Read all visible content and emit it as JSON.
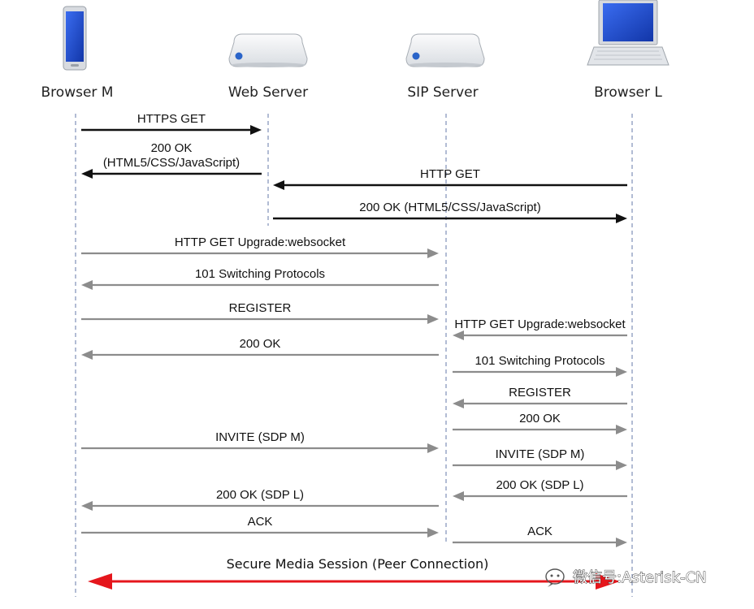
{
  "colors": {
    "black_arrow": "#111111",
    "gray_arrow": "#8c8c8c",
    "session_arrow": "#e5161c",
    "screen_blue": "#1f4fd8",
    "server_body": "#eef0f2",
    "server_led": "#2a64c9"
  },
  "participants": [
    {
      "id": "M",
      "name": "Browser M",
      "icon": "phone-icon"
    },
    {
      "id": "W",
      "name": "Web Server",
      "icon": "server-icon"
    },
    {
      "id": "S",
      "name": "SIP Server",
      "icon": "server-icon"
    },
    {
      "id": "L",
      "name": "Browser L",
      "icon": "laptop-icon"
    }
  ],
  "messages": [
    {
      "from": "M",
      "to": "W",
      "lines": [
        "HTTPS GET"
      ],
      "style": "black"
    },
    {
      "from": "W",
      "to": "M",
      "lines": [
        "200 OK",
        "(HTML5/CSS/JavaScript)"
      ],
      "style": "black"
    },
    {
      "from": "L",
      "to": "W",
      "lines": [
        "HTTP GET"
      ],
      "style": "black"
    },
    {
      "from": "W",
      "to": "L",
      "lines": [
        "200 OK (HTML5/CSS/JavaScript)"
      ],
      "style": "black"
    },
    {
      "from": "M",
      "to": "S",
      "lines": [
        "HTTP GET Upgrade:websocket"
      ],
      "style": "gray"
    },
    {
      "from": "S",
      "to": "M",
      "lines": [
        "101 Switching Protocols"
      ],
      "style": "gray"
    },
    {
      "from": "M",
      "to": "S",
      "lines": [
        "REGISTER"
      ],
      "style": "gray"
    },
    {
      "from": "L",
      "to": "S",
      "lines": [
        "HTTP GET Upgrade:websocket"
      ],
      "style": "gray"
    },
    {
      "from": "S",
      "to": "M",
      "lines": [
        "200 OK"
      ],
      "style": "gray"
    },
    {
      "from": "S",
      "to": "L",
      "lines": [
        "101 Switching Protocols"
      ],
      "style": "gray"
    },
    {
      "from": "L",
      "to": "S",
      "lines": [
        "REGISTER"
      ],
      "style": "gray"
    },
    {
      "from": "S",
      "to": "L",
      "lines": [
        "200 OK"
      ],
      "style": "gray"
    },
    {
      "from": "M",
      "to": "S",
      "lines": [
        "INVITE (SDP M)"
      ],
      "style": "gray"
    },
    {
      "from": "S",
      "to": "L",
      "lines": [
        "INVITE (SDP M)"
      ],
      "style": "gray"
    },
    {
      "from": "L",
      "to": "S",
      "lines": [
        "200 OK (SDP L)"
      ],
      "style": "gray"
    },
    {
      "from": "S",
      "to": "M",
      "lines": [
        "200 OK (SDP L)"
      ],
      "style": "gray"
    },
    {
      "from": "M",
      "to": "S",
      "lines": [
        "ACK"
      ],
      "style": "gray"
    },
    {
      "from": "S",
      "to": "L",
      "lines": [
        "ACK"
      ],
      "style": "gray"
    }
  ],
  "session": {
    "label": "Secure Media Session (Peer Connection)",
    "from": "M",
    "to": "L"
  },
  "watermark": {
    "text": "微信号:Asterisk-CN",
    "icon": "wechat-icon"
  }
}
